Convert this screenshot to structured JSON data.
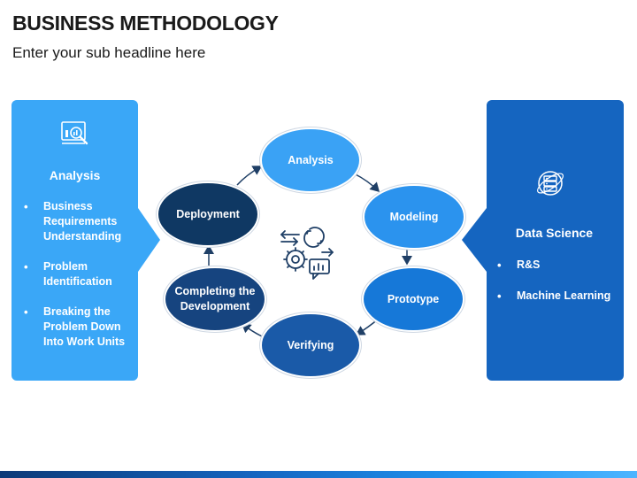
{
  "header": {
    "title": "BUSINESS METHODOLOGY",
    "subtitle": "Enter your sub headline here"
  },
  "left_panel": {
    "heading": "Analysis",
    "icon": "magnifier-chart-icon",
    "color": "#3aa7f7",
    "items": [
      "Business Requirements Understanding",
      "Problem Identification",
      "Breaking the Problem Down Into Work Units"
    ]
  },
  "right_panel": {
    "heading": "Data Science",
    "icon": "database-globe-icon",
    "color": "#1565c0",
    "items": [
      "R&S",
      "Machine Learning"
    ]
  },
  "cycle": {
    "center_icon": "gears-process-icon",
    "nodes": [
      {
        "label": "Analysis",
        "color": "#3aa2f5"
      },
      {
        "label": "Modeling",
        "color": "#2b93ee"
      },
      {
        "label": "Prototype",
        "color": "#1678d8"
      },
      {
        "label": "Verifying",
        "color": "#1a5aa8"
      },
      {
        "label": "Completing the Development",
        "color": "#16447f"
      },
      {
        "label": "Deployment",
        "color": "#0f3863"
      }
    ]
  }
}
